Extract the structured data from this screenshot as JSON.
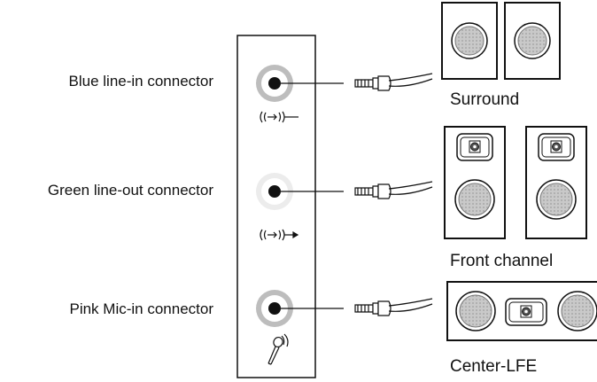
{
  "connectors": [
    {
      "label": "Blue line-in connector",
      "color_name": "blue",
      "ring_color": "#bdbdbd",
      "icon": "line-in-icon"
    },
    {
      "label": "Green line-out connector",
      "color_name": "green",
      "ring_color": "#ececec",
      "icon": "line-out-icon"
    },
    {
      "label": "Pink Mic-in connector",
      "color_name": "pink",
      "ring_color": "#bdbdbd",
      "icon": "microphone-icon"
    }
  ],
  "speakers": {
    "surround": "Surround",
    "front": "Front channel",
    "center": "Center-LFE"
  }
}
